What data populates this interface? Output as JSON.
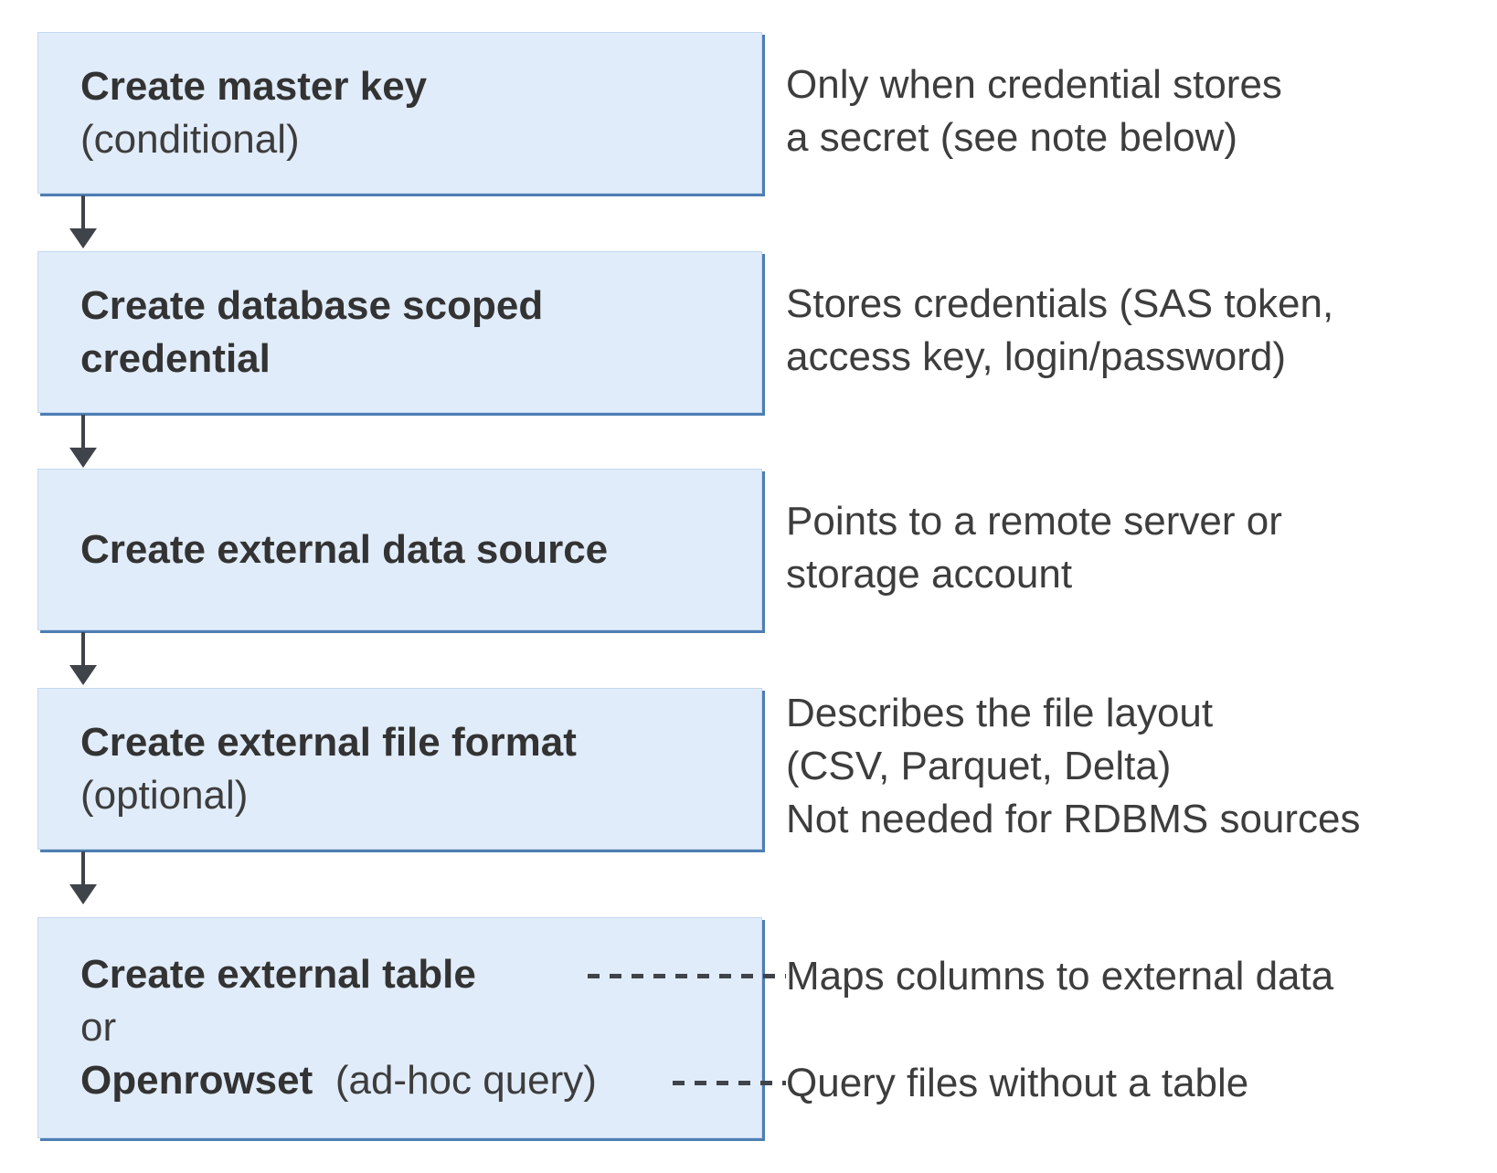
{
  "colors": {
    "box-fill": "#e1ecfa",
    "box-border": "#c3d8ef",
    "box-shadow": "#4e7eb3",
    "ink": "#3f434a",
    "title-color": "#333333",
    "text-color": "#3d3d3d"
  },
  "steps": [
    {
      "title": "Create master key",
      "qualifier": "(conditional)",
      "note": "Only when credential stores\na secret (see note below)"
    },
    {
      "title": "Create database scoped\ncredential",
      "note": "Stores credentials (SAS token,\naccess key, login/password)"
    },
    {
      "title": "Create external data source",
      "note": "Points to a remote server or\nstorage account"
    },
    {
      "title": "Create external file format",
      "qualifier": "(optional)",
      "note": "Describes the file layout\n(CSV, Parquet, Delta)\nNot needed for RDBMS sources"
    },
    {
      "title": "Create external table",
      "or_label": "or",
      "alt_title": "Openrowset",
      "alt_qualifier": "(ad-hoc query)",
      "note_table": "Maps columns to external data",
      "note_openrowset": "Query files without a table"
    }
  ]
}
